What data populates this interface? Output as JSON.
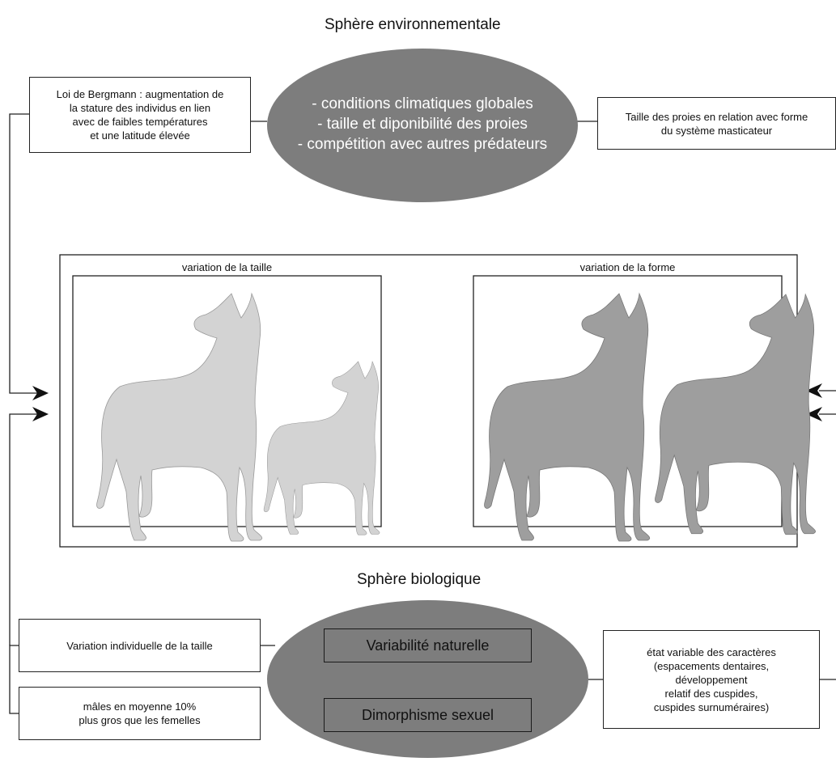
{
  "environment": {
    "title": "Sphère environnementale",
    "lines": [
      "- conditions climatiques globales",
      "- taille et diponibilité des proies",
      "- compétition avec autres prédateurs"
    ],
    "left_box": [
      "Loi de Bergmann : augmentation de",
      "la stature des individus en lien",
      "avec de faibles températures",
      "et une latitude élevée"
    ],
    "right_box": [
      "Taille des proies en relation avec forme",
      "du système masticateur"
    ]
  },
  "panels": {
    "size_label": "variation de la taille",
    "shape_label": "variation de la forme",
    "size_color": "#d3d3d3",
    "shape_color": "#9e9e9e"
  },
  "biology": {
    "title": "Sphère biologique",
    "box1": "Variabilité naturelle",
    "box2": "Dimorphisme sexuel",
    "left_box1": "Variation individuelle de la taille",
    "left_box2": [
      "mâles en moyenne 10%",
      "plus gros que les femelles"
    ],
    "right_box": [
      "état variable des caractères",
      "(espacements dentaires,",
      "développement",
      "relatif des cuspides,",
      "cuspides surnuméraires)"
    ]
  },
  "colors": {
    "ellipse": "#7d7d7d",
    "line": "#222222"
  }
}
